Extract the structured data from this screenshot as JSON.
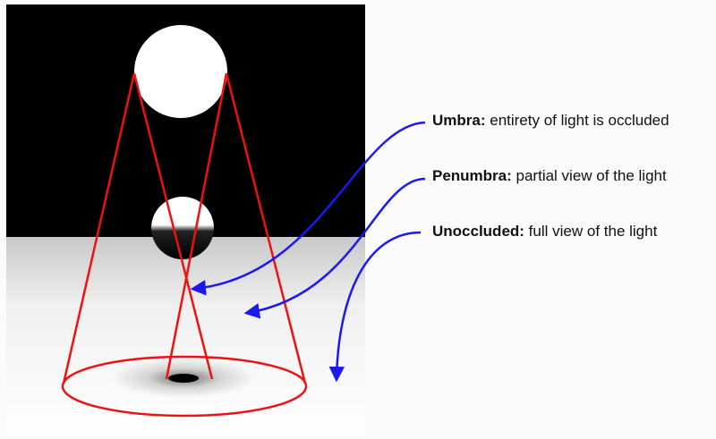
{
  "labels": {
    "umbra": {
      "term": "Umbra:",
      "description": " entirety of light is occluded"
    },
    "penumbra": {
      "term": "Penumbra:",
      "description": " partial view of the light"
    },
    "unoccluded": {
      "term": "Unoccluded:",
      "description": " full view of the light"
    }
  },
  "colors": {
    "ray": "#ee1111",
    "arrow": "#1a1aee",
    "sky": "#000000",
    "floor": "#ffffff",
    "light": "#ffffff",
    "label_text": "#111111"
  }
}
